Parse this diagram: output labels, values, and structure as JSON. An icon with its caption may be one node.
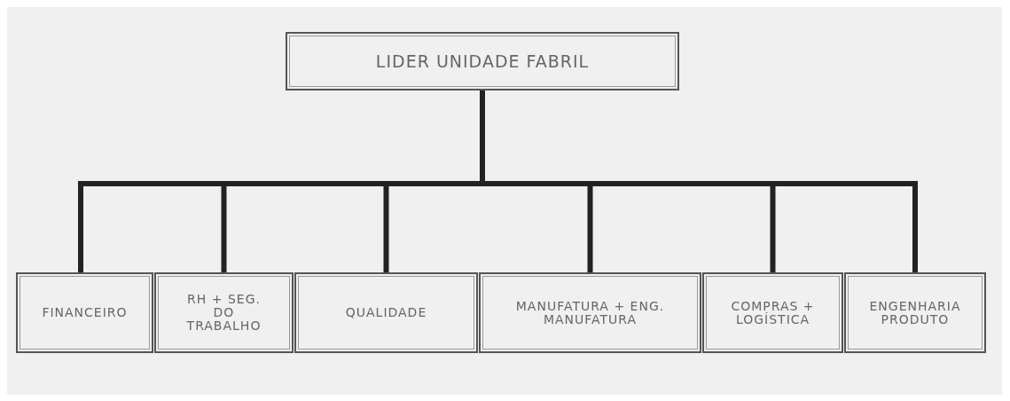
{
  "diagram": {
    "nodes": [
      {
        "text": [
          "LIDER UNIDADE FABRIL"
        ]
      },
      {
        "text": [
          "FINANCEIRO"
        ]
      },
      {
        "text": [
          "RH + SEG. DO TRABALHO"
        ]
      },
      {
        "text": [
          "QUALIDADE"
        ]
      },
      {
        "text": [
          "MANUFATURA + ENG. MANUFATURA"
        ]
      },
      {
        "text": [
          "COMPRAS + LOGÍSTICA"
        ]
      },
      {
        "text": [
          "ENGENHARIA PRODUTO"
        ]
      }
    ],
    "edges": [
      {
        "from": 0,
        "to": 1,
        "arrow": "none"
      },
      {
        "from": 0,
        "to": 2,
        "arrow": "none"
      },
      {
        "from": 0,
        "to": 3,
        "arrow": "none"
      },
      {
        "from": 0,
        "to": 4,
        "arrow": "none"
      },
      {
        "from": 0,
        "to": 5,
        "arrow": "none"
      },
      {
        "from": 0,
        "to": 6,
        "arrow": "none"
      }
    ]
  }
}
